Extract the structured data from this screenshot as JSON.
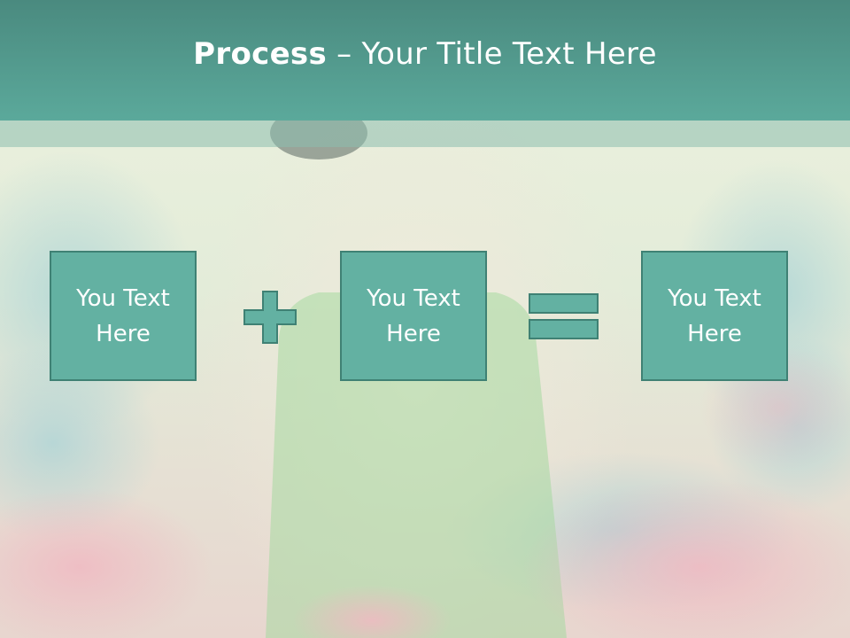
{
  "title": {
    "bold": "Process",
    "separator": " – ",
    "rest": "Your Title Text Here"
  },
  "boxes": [
    {
      "label": "You Text Here"
    },
    {
      "label": "You Text Here"
    },
    {
      "label": "You Text Here"
    }
  ],
  "operators": {
    "first": "plus-icon",
    "second": "equals-icon"
  },
  "colors": {
    "title_bar": "#5ba99b",
    "box_fill": "#63b1a2",
    "box_border": "#3f8174"
  }
}
